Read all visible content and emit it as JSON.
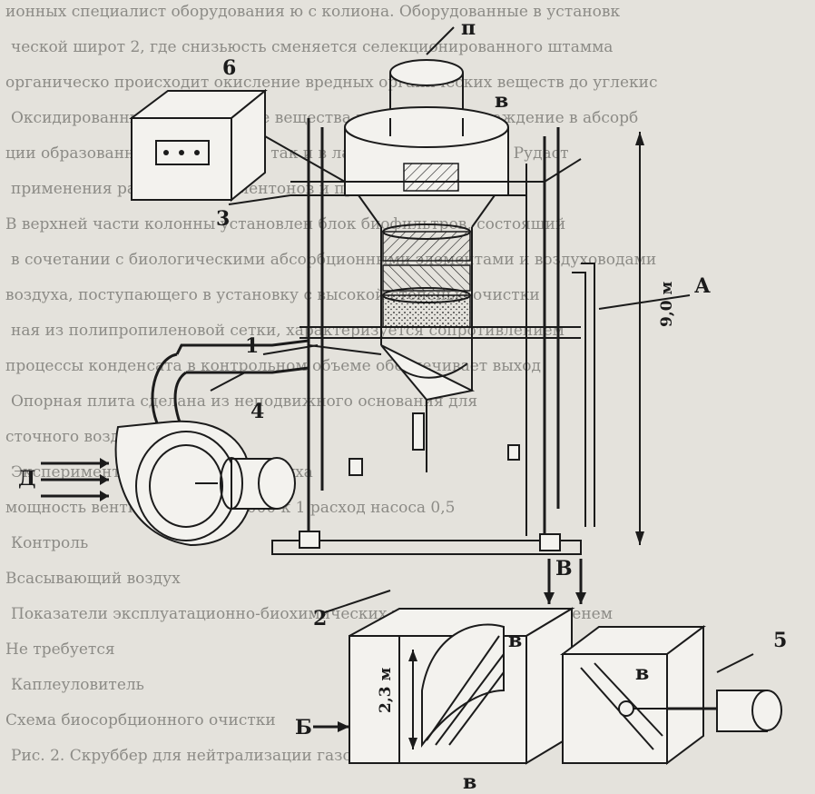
{
  "labels": {
    "n_top": "п",
    "v_top": "в",
    "six": "6",
    "three": "3",
    "four": "4",
    "one": "1",
    "two": "2",
    "five": "5",
    "A": "А",
    "V": "В",
    "B": "Б",
    "D": "Д",
    "height_tower": "9,0 м",
    "height_box": "2,3 м",
    "v_box_top": "в",
    "v_bottom": "в",
    "v_right": "в"
  },
  "background_text": [
    "ионных специалист оборудования ю с колиона. Оборудованные в установк",
    "ческой широт 2, где снизьюсть сменяется селекционированного штамма",
    "органическо происходит окисление вредных органических веществ до углекис",
    "Оксидированные органические вещества подпадают на осаждение в абсорб",
    "ции образованных сточных вод, так и в лабораторных (2006). Рудаст",
    "применения растворенных ментонов и примеси 15%",
    "В верхней части колонны установлен блок биофильтров, состоящий",
    "в сочетании с биологическими абсорбционными элементами и воздуховодами",
    "воздуха, поступающего в установку с высокой степенью очистки",
    "ная из полипропиленовой сетки, характеризуется сопротивлением",
    "процессы конденсата в контрольном объеме обеспечивает выход",
    "Опорная плита сделана из неподвижного основания для",
    "сточного воздуха.",
    "Экспериментальные данные воздуха",
    "мощность вентилятора 2 = 2 000 к 1 расход насоса 0,5",
    "Контроль",
    "Всасывающий воздух",
    "Показатели эксплуатационно-биохимических установок перед временем",
    "Не требуется",
    "Каплеуловитель",
    "Схема биосорбционного очистки",
    "Рис. 2. Скруббер для нейтрализации газовых выбросов"
  ]
}
